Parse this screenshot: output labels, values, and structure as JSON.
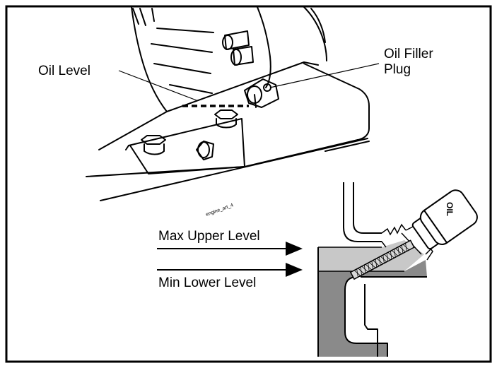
{
  "labels": {
    "oil_level": "Oil Level",
    "oil_filler_line1": "Oil Filler",
    "oil_filler_line2": "Plug",
    "art_id": "engine_art_4",
    "max_upper": "Max Upper Level",
    "min_lower": "Min Lower Level",
    "cap_text": "OIL"
  },
  "colors": {
    "ink": "#000000",
    "background": "#ffffff",
    "oil_dark": "#8a8a8a",
    "oil_light": "#c8c8c8"
  }
}
